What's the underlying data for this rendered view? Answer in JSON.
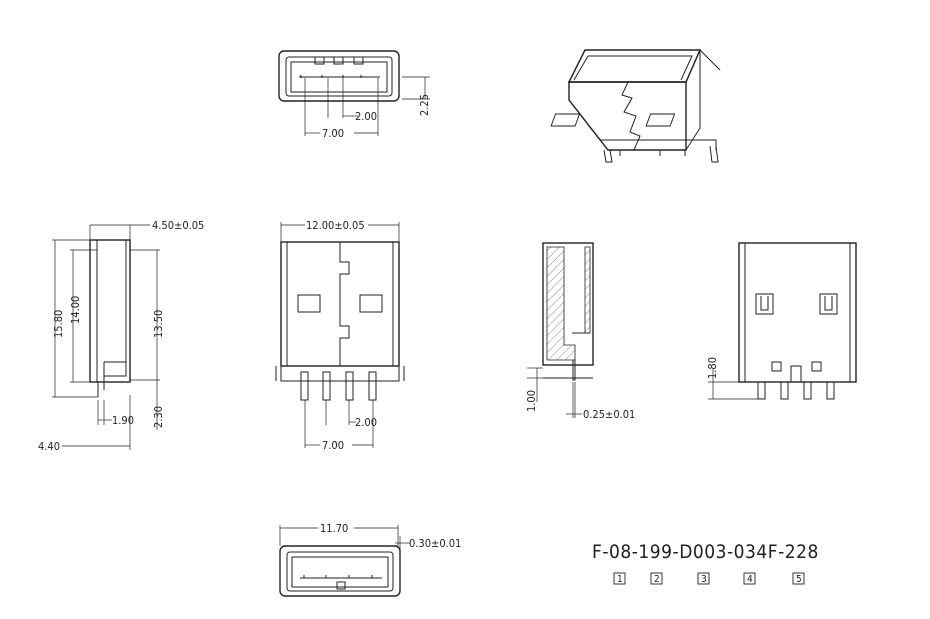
{
  "drawing": {
    "part_number": "F-08-199-D003-034F-228",
    "part_number_indices": [
      "1",
      "2",
      "3",
      "4",
      "5"
    ],
    "top_view": {
      "pitch": "2.00",
      "span": "7.00",
      "height": "2.25"
    },
    "side_view": {
      "top_width": "4.50±0.05",
      "overall_length": "15.80",
      "body_length": "14.00",
      "inner_length": "13.50",
      "tail_length": "2.30",
      "offset": "1.90",
      "overall_depth": "4.40"
    },
    "front_view": {
      "width": "12.00±0.05",
      "pitch": "2.00",
      "span": "7.00"
    },
    "section_view": {
      "stand_off": "1.00",
      "thickness": "0.25±0.01"
    },
    "rear_view": {
      "height": "1.80"
    },
    "bottom_view": {
      "width": "11.70",
      "thickness": "0.30±0.01"
    }
  }
}
